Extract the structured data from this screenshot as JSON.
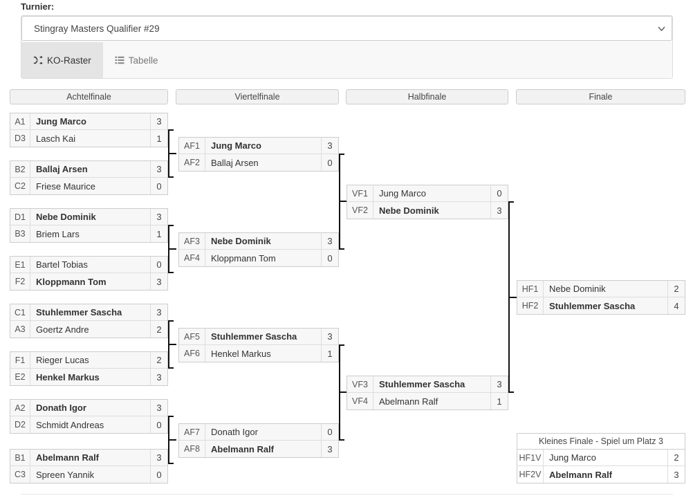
{
  "form": {
    "label": "Turnier:",
    "tournament_selected": "Stingray Masters Qualifier #29",
    "dropdown_icon": "chevron-down-icon"
  },
  "tabs": [
    {
      "label": "KO-Raster",
      "icon": "shuffle-icon",
      "active": true
    },
    {
      "label": "Tabelle",
      "icon": "list-icon",
      "active": false
    }
  ],
  "columns": [
    {
      "title": "Achtelfinale"
    },
    {
      "title": "Viertelfinale"
    },
    {
      "title": "Halbfinale"
    },
    {
      "title": "Finale"
    }
  ],
  "round_of_16": [
    {
      "top": {
        "seed": "A1",
        "name": "Jung Marco",
        "score": "3",
        "winner": true
      },
      "bottom": {
        "seed": "D3",
        "name": "Lasch Kai",
        "score": "1",
        "winner": false
      }
    },
    {
      "top": {
        "seed": "B2",
        "name": "Ballaj Arsen",
        "score": "3",
        "winner": true
      },
      "bottom": {
        "seed": "C2",
        "name": "Friese Maurice",
        "score": "0",
        "winner": false
      }
    },
    {
      "top": {
        "seed": "D1",
        "name": "Nebe Dominik",
        "score": "3",
        "winner": true
      },
      "bottom": {
        "seed": "B3",
        "name": "Briem Lars",
        "score": "1",
        "winner": false
      }
    },
    {
      "top": {
        "seed": "E1",
        "name": "Bartel Tobias",
        "score": "0",
        "winner": false
      },
      "bottom": {
        "seed": "F2",
        "name": "Kloppmann Tom",
        "score": "3",
        "winner": true
      }
    },
    {
      "top": {
        "seed": "C1",
        "name": "Stuhlemmer Sascha",
        "score": "3",
        "winner": true
      },
      "bottom": {
        "seed": "A3",
        "name": "Goertz Andre",
        "score": "2",
        "winner": false
      }
    },
    {
      "top": {
        "seed": "F1",
        "name": "Rieger Lucas",
        "score": "2",
        "winner": false
      },
      "bottom": {
        "seed": "E2",
        "name": "Henkel Markus",
        "score": "3",
        "winner": true
      }
    },
    {
      "top": {
        "seed": "A2",
        "name": "Donath Igor",
        "score": "3",
        "winner": true
      },
      "bottom": {
        "seed": "D2",
        "name": "Schmidt Andreas",
        "score": "0",
        "winner": false
      }
    },
    {
      "top": {
        "seed": "B1",
        "name": "Abelmann Ralf",
        "score": "3",
        "winner": true
      },
      "bottom": {
        "seed": "C3",
        "name": "Spreen Yannik",
        "score": "0",
        "winner": false
      }
    }
  ],
  "quarter_finals": [
    {
      "top": {
        "seed": "AF1",
        "name": "Jung Marco",
        "score": "3",
        "winner": true
      },
      "bottom": {
        "seed": "AF2",
        "name": "Ballaj Arsen",
        "score": "0",
        "winner": false
      }
    },
    {
      "top": {
        "seed": "AF3",
        "name": "Nebe Dominik",
        "score": "3",
        "winner": true
      },
      "bottom": {
        "seed": "AF4",
        "name": "Kloppmann Tom",
        "score": "0",
        "winner": false
      }
    },
    {
      "top": {
        "seed": "AF5",
        "name": "Stuhlemmer Sascha",
        "score": "3",
        "winner": true
      },
      "bottom": {
        "seed": "AF6",
        "name": "Henkel Markus",
        "score": "1",
        "winner": false
      }
    },
    {
      "top": {
        "seed": "AF7",
        "name": "Donath Igor",
        "score": "0",
        "winner": false
      },
      "bottom": {
        "seed": "AF8",
        "name": "Abelmann Ralf",
        "score": "3",
        "winner": true
      }
    }
  ],
  "semi_finals": [
    {
      "top": {
        "seed": "VF1",
        "name": "Jung Marco",
        "score": "0",
        "winner": false
      },
      "bottom": {
        "seed": "VF2",
        "name": "Nebe Dominik",
        "score": "3",
        "winner": true
      }
    },
    {
      "top": {
        "seed": "VF3",
        "name": "Stuhlemmer Sascha",
        "score": "3",
        "winner": true
      },
      "bottom": {
        "seed": "VF4",
        "name": "Abelmann Ralf",
        "score": "1",
        "winner": false
      }
    }
  ],
  "final": {
    "top": {
      "seed": "HF1",
      "name": "Nebe Dominik",
      "score": "2",
      "winner": false
    },
    "bottom": {
      "seed": "HF2",
      "name": "Stuhlemmer Sascha",
      "score": "4",
      "winner": true
    }
  },
  "third_place": {
    "title": "Kleines Finale - Spiel um Platz 3",
    "top": {
      "seed": "HF1V",
      "name": "Jung Marco",
      "score": "2",
      "winner": false
    },
    "bottom": {
      "seed": "HF2V",
      "name": "Abelmann Ralf",
      "score": "3",
      "winner": true
    }
  }
}
